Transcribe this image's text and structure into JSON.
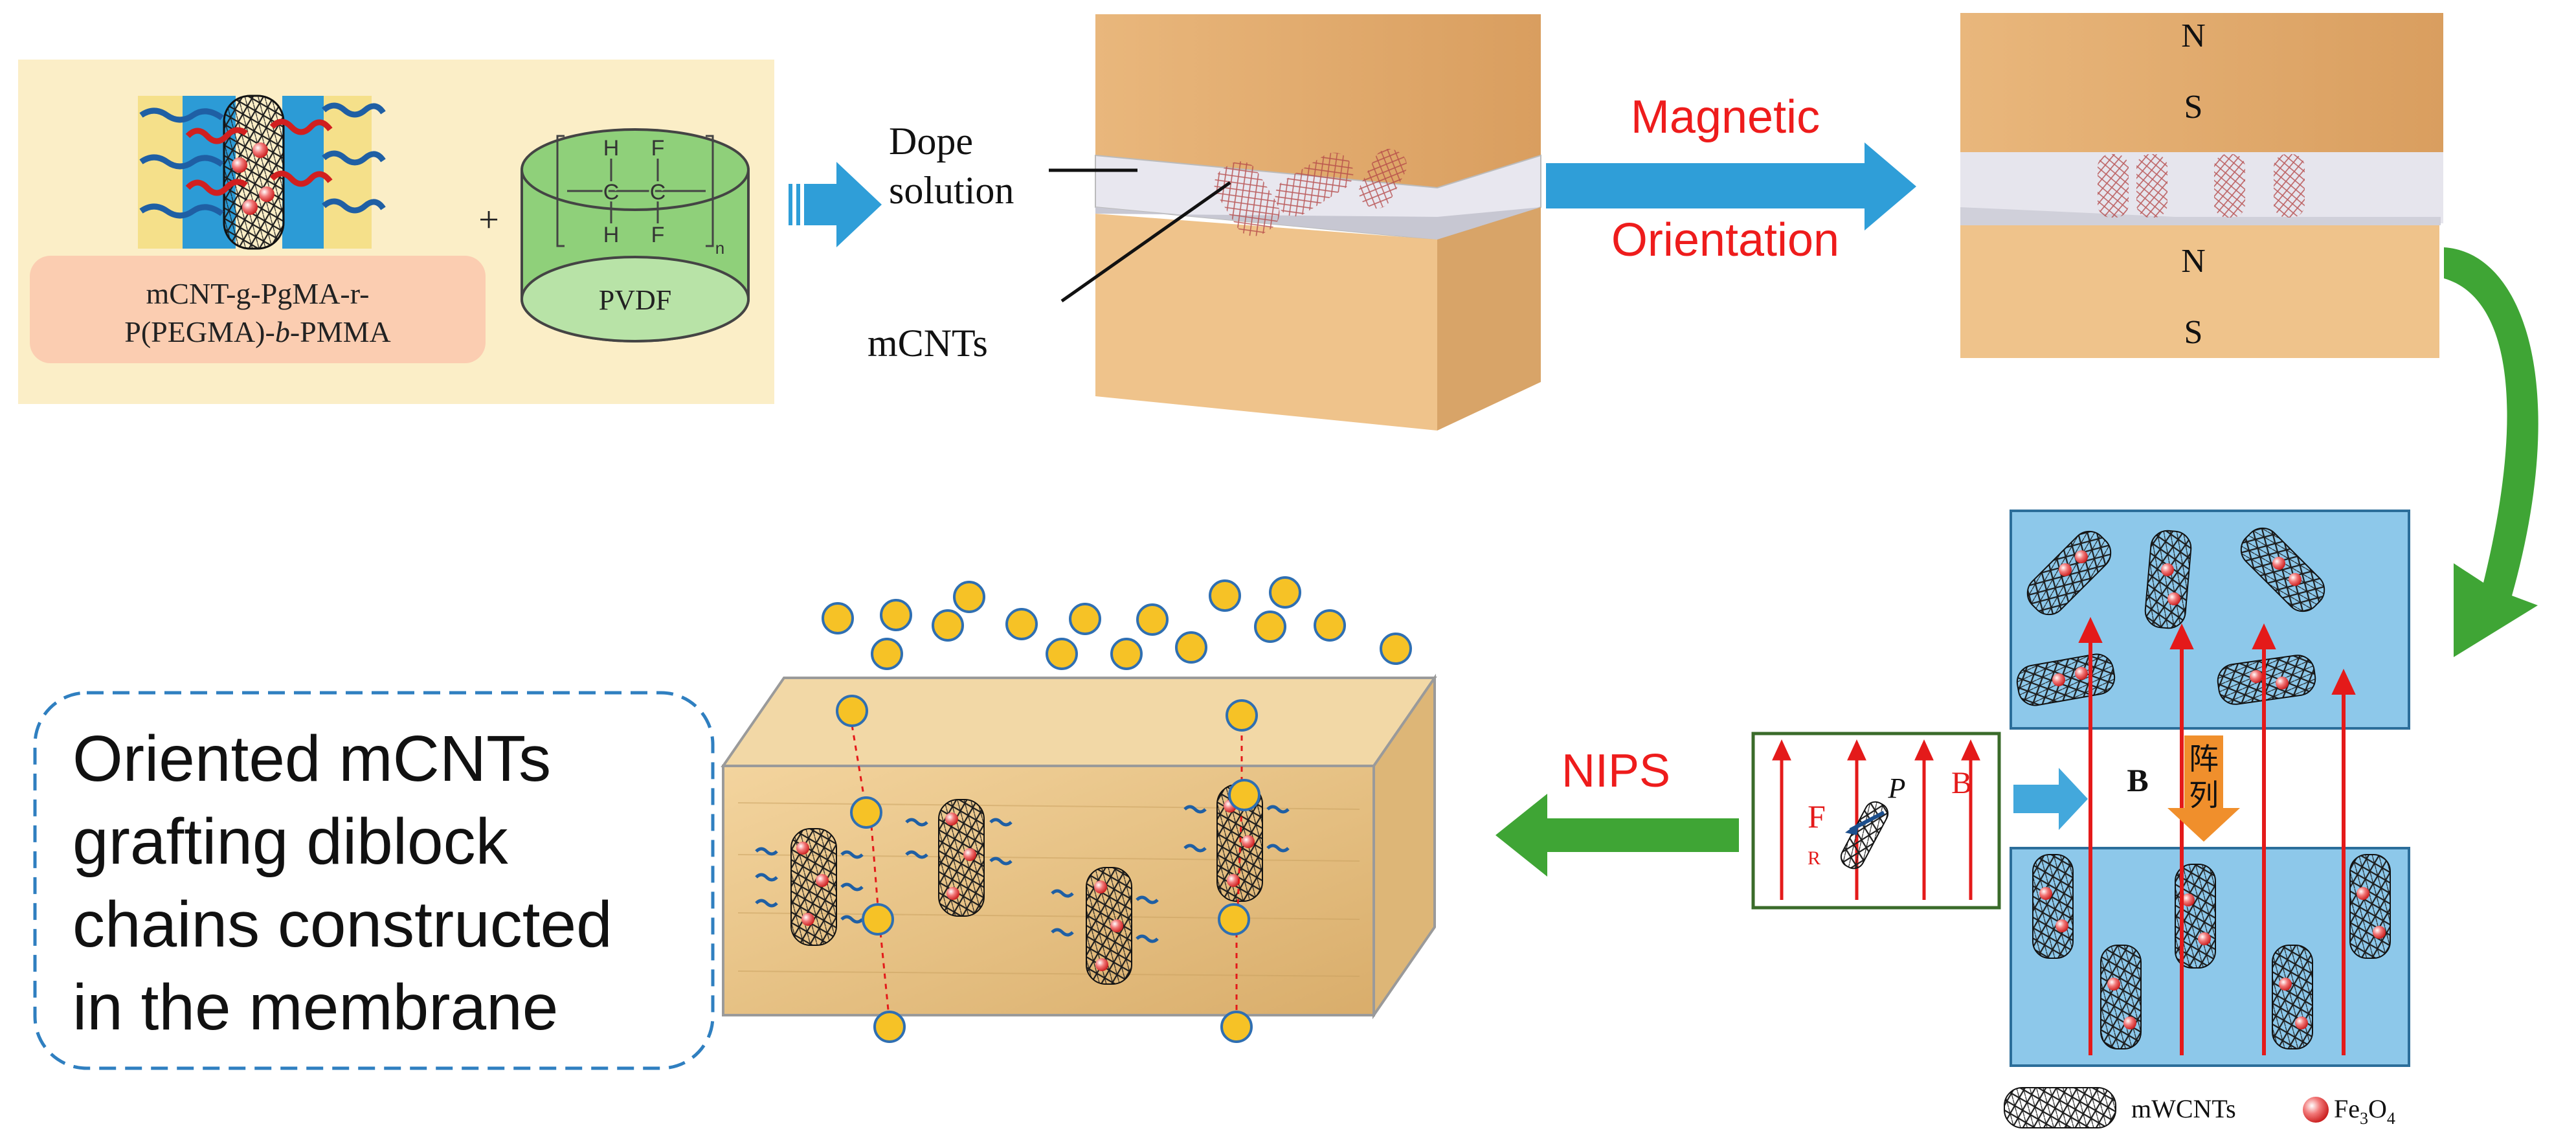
{
  "composite": {
    "line1": "mCNT-g-PgMA-r-",
    "line2_pre": "P(PEGMA)-",
    "line2_italic": "b",
    "line2_post": "-PMMA",
    "plus": "+",
    "monomer": {
      "H_top": "H",
      "F_top": "F",
      "C1": "C",
      "C2": "C",
      "H_bottom": "H",
      "F_bottom": "F",
      "n": "n"
    },
    "pvdf": "PVDF"
  },
  "labels": {
    "dope_line1": "Dope",
    "dope_line2": "solution",
    "mcnts": "mCNTs",
    "magnetic_line1": "Magnetic",
    "magnetic_line2": "Orientation",
    "nips": "NIPS"
  },
  "poles": {
    "top_n": "N",
    "top_s": "S",
    "bottom_n": "N",
    "bottom_s": "S"
  },
  "force_box": {
    "F": "F",
    "R": "R",
    "P": "P",
    "B": "B"
  },
  "field_label": "B",
  "array_chars": [
    "阵",
    "列"
  ],
  "legend": {
    "mwcnts": "mWCNTs",
    "fe3o4_pre": "Fe",
    "fe3o4_sub1": "3",
    "fe3o4_mid": "O",
    "fe3o4_sub2": "4"
  },
  "conclusion": [
    "Oriented mCNTs",
    "grafting diblock",
    "chains constructed",
    "in the membrane"
  ],
  "colors": {
    "panel_bg": "#fbeec7",
    "brand_blue": "#2f9ed8",
    "red_text": "#ee1c1c",
    "green_arrow": "#3fa535",
    "magnet_tan": "#edc08d",
    "water_blue": "#8dc8ea",
    "orange_arrow": "#f08f2c",
    "ball_yellow": "#f6c226",
    "ball_border": "#2f6fb2"
  }
}
